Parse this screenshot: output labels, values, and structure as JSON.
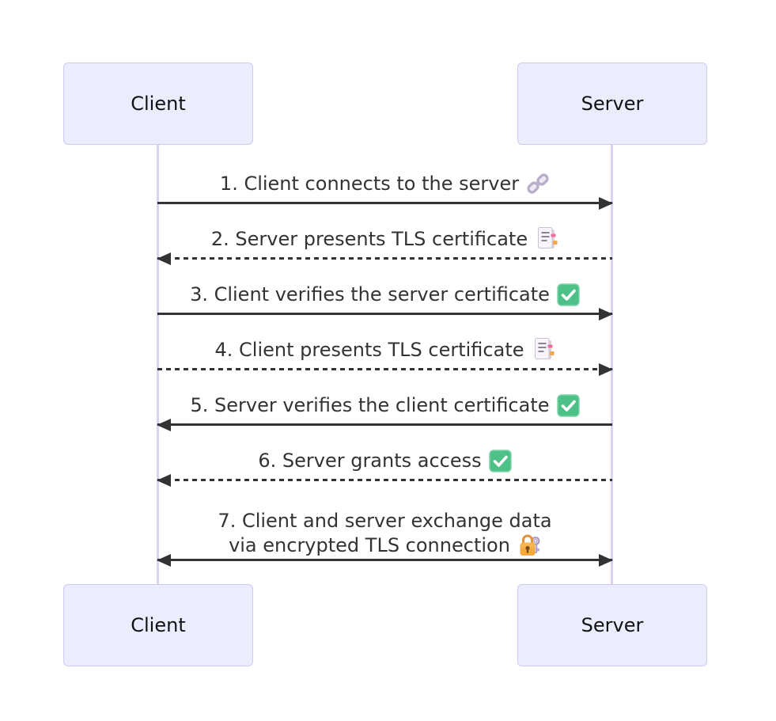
{
  "actors": {
    "client_label": "Client",
    "server_label": "Server"
  },
  "messages": [
    {
      "text": "1. Client connects to the server",
      "icon": "link-icon",
      "line": "solid",
      "direction": "right"
    },
    {
      "text": "2. Server presents TLS certificate",
      "icon": "bookmark-tabs-icon",
      "line": "dashed",
      "direction": "left"
    },
    {
      "text": "3. Client verifies the server certificate",
      "icon": "check-mark-icon",
      "line": "solid",
      "direction": "right"
    },
    {
      "text": "4. Client presents TLS certificate",
      "icon": "bookmark-tabs-icon",
      "line": "dashed",
      "direction": "right"
    },
    {
      "text": "5. Server verifies the client certificate",
      "icon": "check-mark-icon",
      "line": "solid",
      "direction": "left"
    },
    {
      "text": "6. Server grants access",
      "icon": "check-mark-icon",
      "line": "dashed",
      "direction": "left"
    },
    {
      "text_line1": "7. Client and server exchange data",
      "text_line2": "via encrypted TLS connection",
      "icon": "locked-with-key-icon",
      "line": "solid",
      "direction": "both"
    }
  ],
  "colors": {
    "background": "#FFFFFF",
    "actor_fill": "#ECECFF",
    "actor_border": "#CFC9F0",
    "lifeline": "#DCD2F0",
    "message_text": "#333333",
    "arrow": "#333333"
  }
}
